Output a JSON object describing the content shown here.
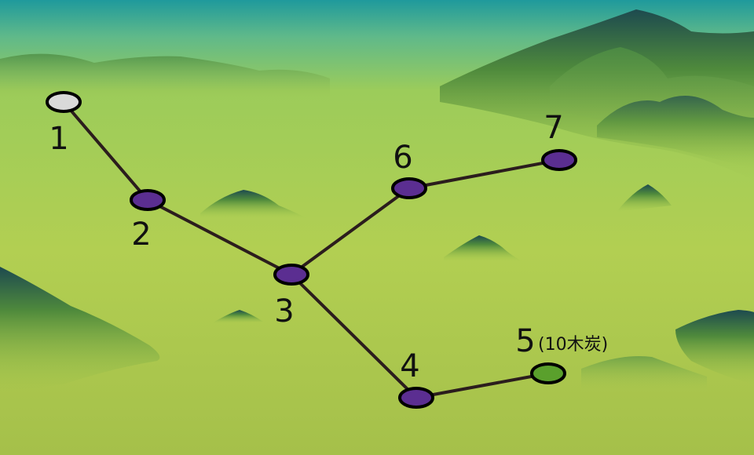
{
  "map": {
    "nodes": [
      {
        "id": 1,
        "label": "1",
        "state": "completed",
        "color": "#d9d9d9",
        "label_color": "#111111"
      },
      {
        "id": 2,
        "label": "2",
        "state": "available",
        "color": "#5b2e91",
        "label_color": "#111111"
      },
      {
        "id": 3,
        "label": "3",
        "state": "available",
        "color": "#5b2e91",
        "label_color": "#111111"
      },
      {
        "id": 4,
        "label": "4",
        "state": "available",
        "color": "#5b2e91",
        "label_color": "#111111"
      },
      {
        "id": 5,
        "label": "5",
        "note": "(10木炭)",
        "state": "reward",
        "color": "#5aa02c",
        "label_color": "#111111"
      },
      {
        "id": 6,
        "label": "6",
        "state": "available",
        "color": "#5b2e91",
        "label_color": "#111111"
      },
      {
        "id": 7,
        "label": "7",
        "state": "available",
        "color": "#5b2e91",
        "label_color": "#e8201a"
      }
    ],
    "paths": [
      [
        1,
        2
      ],
      [
        2,
        3
      ],
      [
        3,
        6
      ],
      [
        6,
        7
      ],
      [
        3,
        4
      ],
      [
        4,
        5
      ]
    ],
    "colors": {
      "path": "#2b1d1d",
      "node_outline": "#000000",
      "sky": "#2aa39a",
      "ground": "#a9c64a"
    }
  }
}
